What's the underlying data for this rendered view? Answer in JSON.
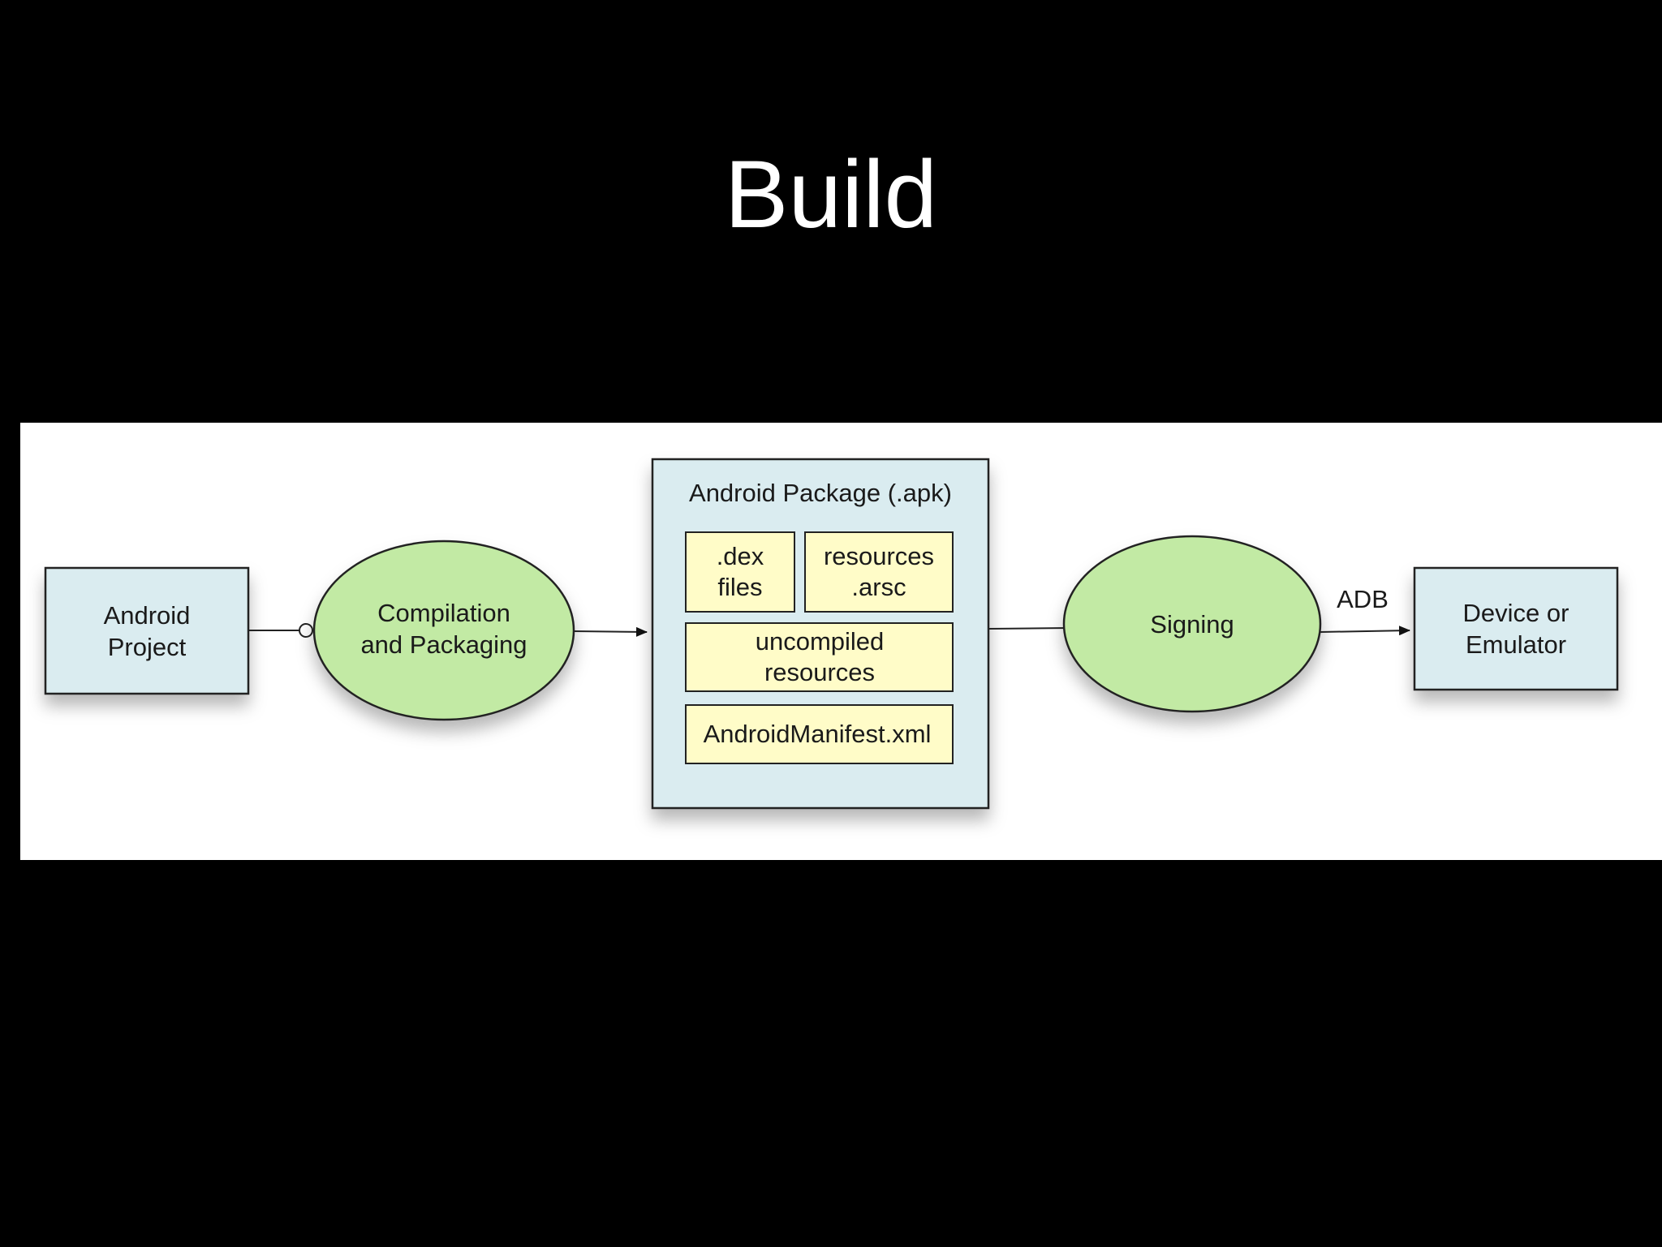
{
  "title": "Build",
  "diagram": {
    "project": {
      "line1": "Android",
      "line2": "Project"
    },
    "compile": {
      "line1": "Compilation",
      "line2": "and Packaging"
    },
    "apk": {
      "title": "Android Package (.apk)",
      "dex": {
        "line1": ".dex",
        "line2": "files"
      },
      "arsc": {
        "line1": "resources",
        "line2": ".arsc"
      },
      "uncompiled": {
        "line1": "uncompiled",
        "line2": "resources"
      },
      "manifest": "AndroidManifest.xml"
    },
    "signing": "Signing",
    "adb": "ADB",
    "device": {
      "line1": "Device or",
      "line2": "Emulator"
    }
  },
  "colors": {
    "background": "#000000",
    "panel": "#ffffff",
    "box_blue": "#daecf0",
    "ellipse_green": "#c2eaa4",
    "box_yellow": "#fffcc8",
    "stroke": "#222222"
  }
}
